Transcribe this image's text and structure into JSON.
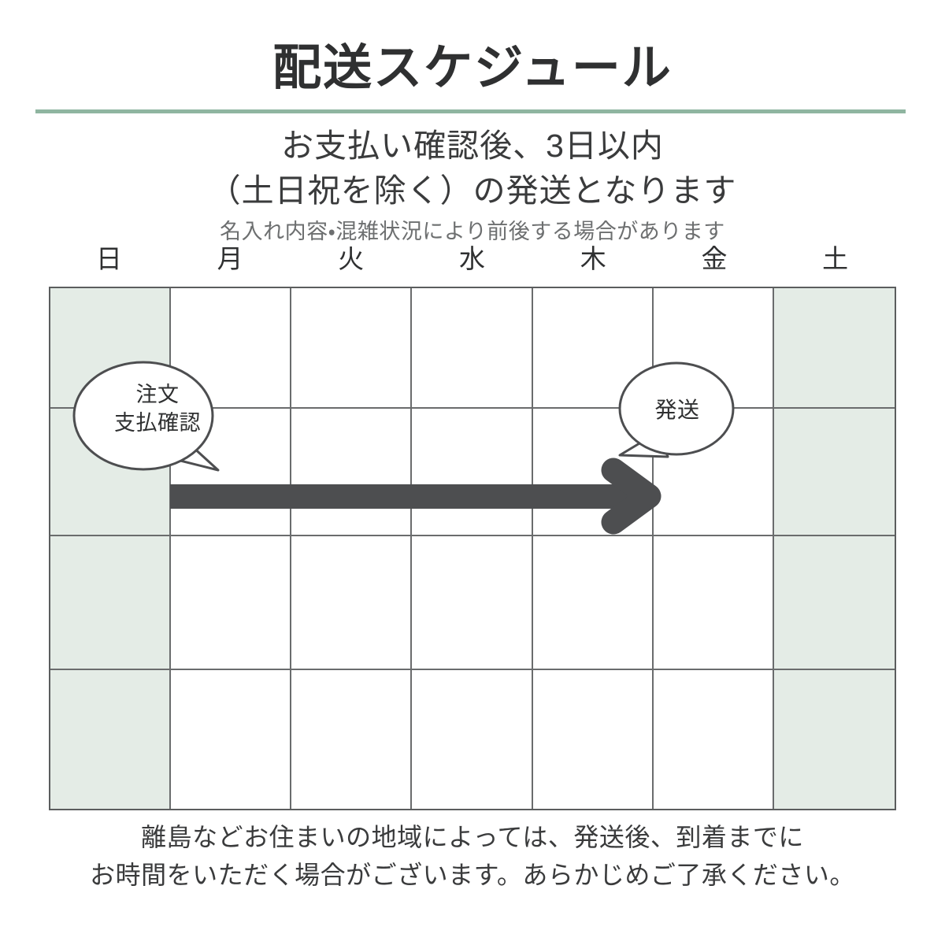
{
  "header": {
    "title": "配送スケジュール",
    "rule_color": "#8fb5a0"
  },
  "subtitle": {
    "line1": "お支払い確認後、3日以内",
    "line2": "（土日祝を除く）の発送となります",
    "note": "名入れ内容・混雑状況により前後する場合があります"
  },
  "calendar": {
    "day_headers": [
      "日",
      "月",
      "火",
      "水",
      "木",
      "金",
      "土"
    ],
    "weekend_columns": [
      0,
      6
    ],
    "rows": 4,
    "columns": 7,
    "weekend_fill": "#e4ece6",
    "grid_line_color": "#6a6c6d"
  },
  "bubbles": {
    "order": {
      "line1": "注文",
      "line2": "支払確認"
    },
    "shipment": {
      "label": "発送"
    }
  },
  "arrow": {
    "color": "#4d4e50",
    "from_day": "月",
    "to_day": "木"
  },
  "footer": {
    "line1": "離島などお住まいの地域によっては、発送後、到着までに",
    "line2": "お時間をいただく場合がございます。あらかじめご了承ください。"
  }
}
